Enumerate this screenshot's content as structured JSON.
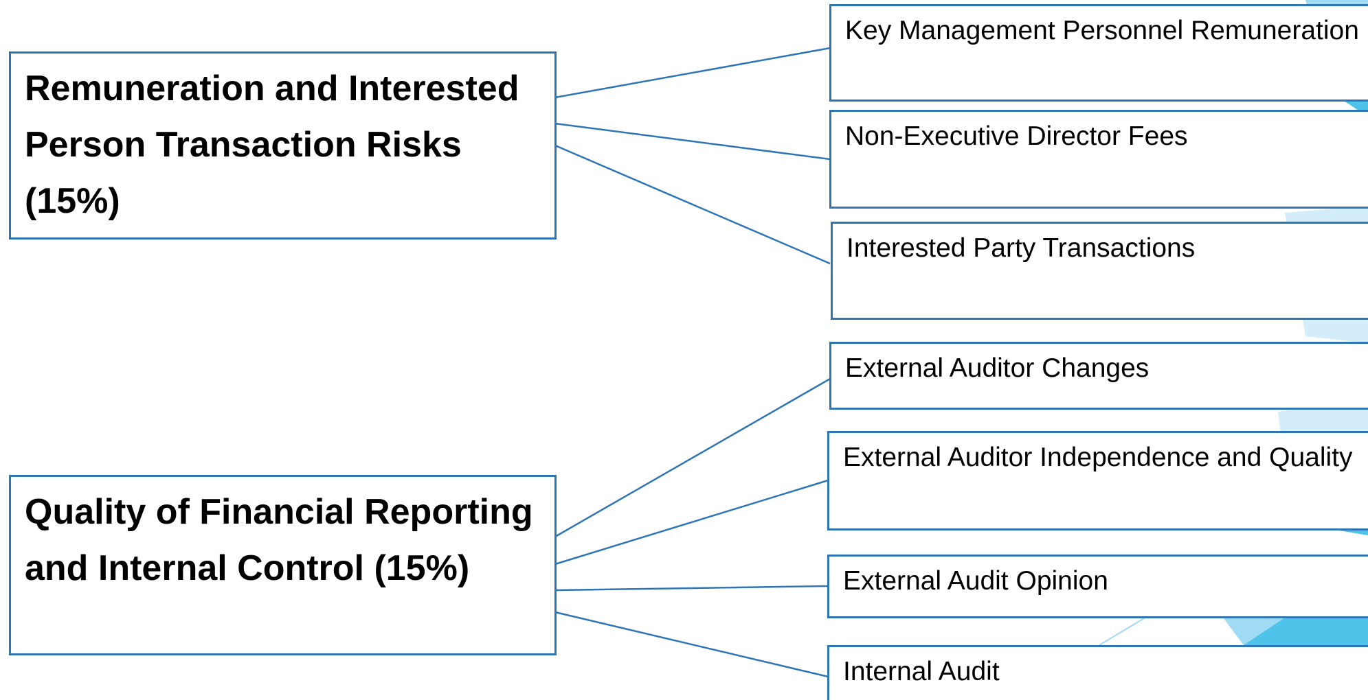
{
  "diagram": {
    "line_color": "#2e75b6",
    "border_color": "#2e75b6",
    "decor_colors": [
      "#4fc3ea",
      "#9fdcf4",
      "#d3eefa"
    ],
    "groups": [
      {
        "title": "Remuneration and Interested Person Transaction  Risks (15%)",
        "items": [
          "Key Management Personnel Remuneration",
          "Non-Executive Director Fees",
          "Interested Party Transactions"
        ]
      },
      {
        "title": "Quality of Financial Reporting and Internal Control (15%)",
        "items": [
          "External Auditor Changes",
          "External Auditor Independence and Quality",
          "External Audit Opinion",
          "Internal Audit"
        ]
      }
    ]
  }
}
